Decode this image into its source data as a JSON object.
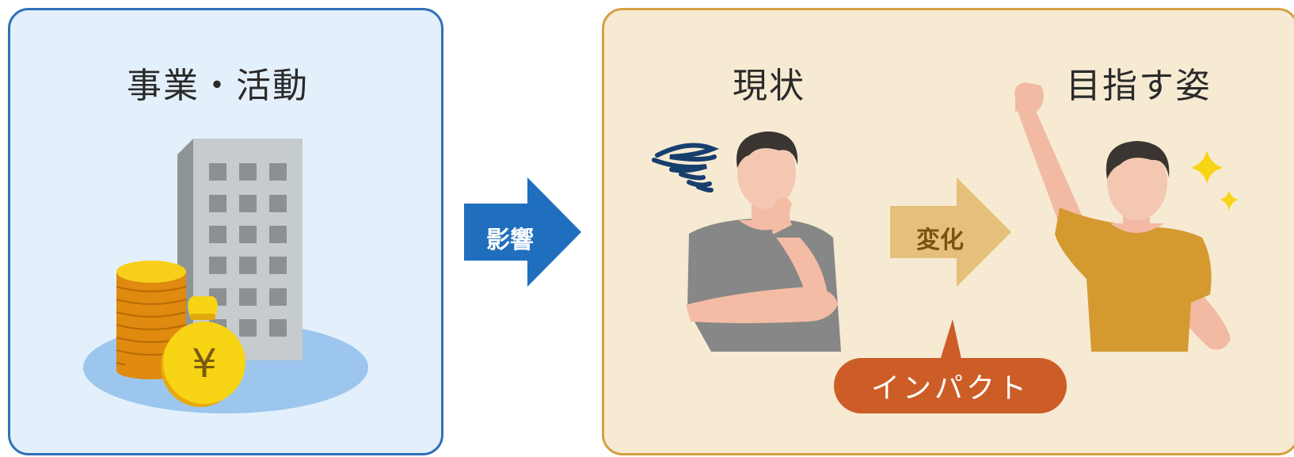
{
  "left_panel": {
    "title": "事業・活動",
    "yen_symbol": "¥"
  },
  "arrow_main": {
    "label": "影響"
  },
  "right_panel": {
    "current_label": "現状",
    "goal_label": "目指す姿",
    "change_arrow_label": "変化",
    "impact_label": "インパクト"
  },
  "colors": {
    "left_border": "#2f6fb8",
    "left_fill": "#e3f0fb",
    "right_border": "#d4a040",
    "right_fill": "#f6ead3",
    "main_arrow": "#1f6fbe",
    "change_arrow": "#e5c07a",
    "impact": "#cd5d26"
  },
  "icons": [
    "office-building-icon",
    "coin-stack-icon",
    "yen-money-bag-icon",
    "confusion-scribble-icon",
    "thinking-man-icon",
    "cheering-man-icon",
    "sparkle-icon"
  ]
}
